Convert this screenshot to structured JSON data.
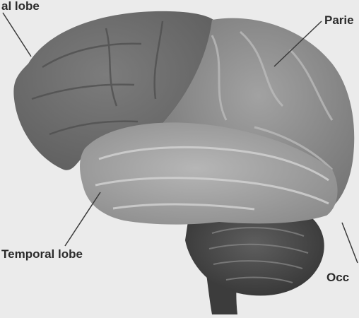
{
  "labels": {
    "frontal": "al lobe",
    "parietal": "Parie",
    "temporal": "Temporal lobe",
    "occipital": "Occ"
  },
  "colors": {
    "background": "#ebebeb",
    "frontal_lobe": "#6f6f6f",
    "parietal_lobe": "#8c8c8c",
    "temporal_lobe": "#a2a2a2",
    "cerebellum_brainstem": "#4e4e4e",
    "leader_line": "#3a3a3a",
    "text": "#2b2b2b"
  }
}
